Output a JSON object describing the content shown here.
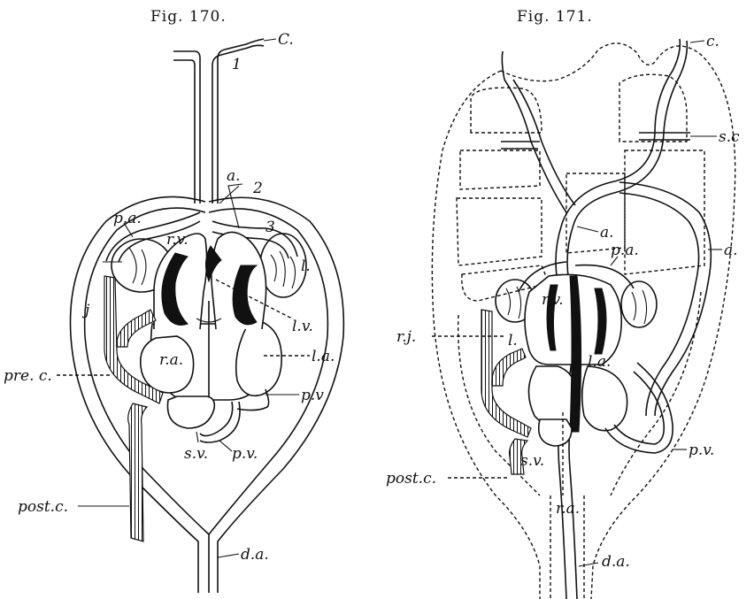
{
  "figures": [
    {
      "caption": "Fig. 170.",
      "labels": {
        "c": "C.",
        "one": "1",
        "a": "a.",
        "two": "2",
        "three": "3",
        "pa": "p.a.",
        "rv": "r.v.",
        "l": "l.",
        "lv": "l.v.",
        "j": "j",
        "ra": "r.a.",
        "la": "l.a.",
        "prec": "pre. c.",
        "pv1": "p.v",
        "sv": "s.v.",
        "pv2": "p.v.",
        "postc": "post.c.",
        "da": "d.a."
      }
    },
    {
      "caption": "Fig. 171.",
      "labels": {
        "c": "c.",
        "sc": "s.c",
        "a1": "a.",
        "pa": "p.a.",
        "a2": "a.",
        "rv": "r.v.",
        "rj": "r.j.",
        "l": "l.",
        "la": "l.a.",
        "pv": "p.v.",
        "sv": "s.v.",
        "postc": "post.c.",
        "ra": "r.a.",
        "da": "d.a."
      }
    }
  ]
}
